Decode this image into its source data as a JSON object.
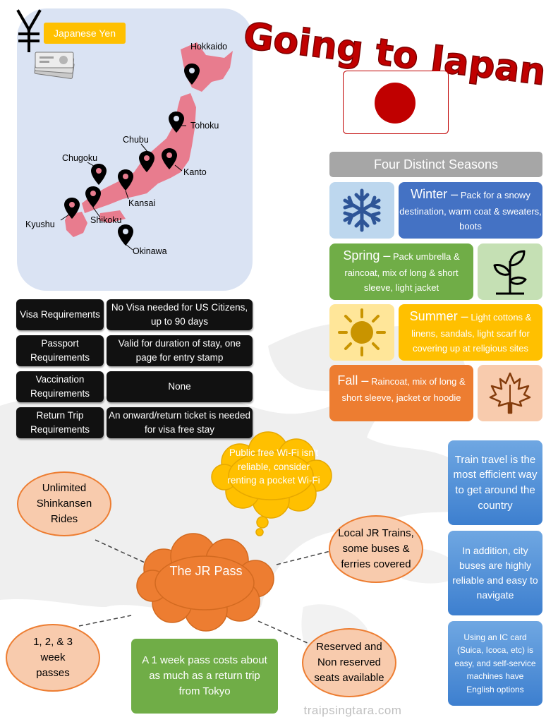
{
  "title": "Going to Japan",
  "currency": {
    "label": "Japanese Yen",
    "symbol": "¥"
  },
  "regions": [
    "Hokkaido",
    "Tohoku",
    "Chubu",
    "Chugoku",
    "Kanto",
    "Kansai",
    "Shikoku",
    "Kyushu",
    "Okinawa"
  ],
  "seasons": {
    "heading": "Four Distinct Seasons",
    "winter": {
      "name": "Winter –",
      "text": "Pack for a snowy destination, warm coat & sweaters, boots",
      "color": "#4472c4"
    },
    "spring": {
      "name": "Spring –",
      "text": "Pack umbrella & raincoat, mix of long & short sleeve, light jacket",
      "color": "#70ad47"
    },
    "summer": {
      "name": "Summer –",
      "text": "Light cottons & linens, sandals, light scarf for covering up at religious sites",
      "color": "#ffc000"
    },
    "fall": {
      "name": "Fall –",
      "text": "Raincoat, mix of long & short sleeve, jacket or hoodie",
      "color": "#ed7d31"
    }
  },
  "requirements": [
    {
      "label": "Visa Requirements",
      "value": "No Visa needed for US Citizens, up to 90 days"
    },
    {
      "label": "Passport Requirements",
      "value": "Valid for duration of stay, one page for entry stamp"
    },
    {
      "label": "Vaccination Requirements",
      "value": "None"
    },
    {
      "label": "Return Trip Requirements",
      "value": "An onward/return ticket is needed for visa free stay"
    }
  ],
  "wifi_note": "Public free Wi-Fi isn't reliable, consider renting a pocket Wi-Fi",
  "jr_pass": {
    "center": "The JR Pass",
    "unlimited": "Unlimited Shinkansen Rides",
    "local": "Local JR Trains, some buses & ferries covered",
    "durations": "1, 2, & 3 week passes",
    "seats": "Reserved and Non reserved seats available",
    "cost": "A 1 week pass costs about as much as a return trip from Tokyo"
  },
  "transport": {
    "train": "Train travel is the most efficient way to get around the country",
    "buses": "In addition, city buses are highly reliable and easy to navigate",
    "ic_card": "Using an IC card (Suica, Icoca, etc) is easy, and self-service machines have English options"
  },
  "footer": "traipsingtara.com",
  "colors": {
    "title_red": "#c00000",
    "yen_box": "#ffc000",
    "map_panel": "#dae3f3",
    "japan_land": "#e87c8e",
    "blue_box": "#4a88d4",
    "green_box": "#70ad47",
    "ellipse_fill": "#f8cbad",
    "orange": "#ed7d31"
  }
}
